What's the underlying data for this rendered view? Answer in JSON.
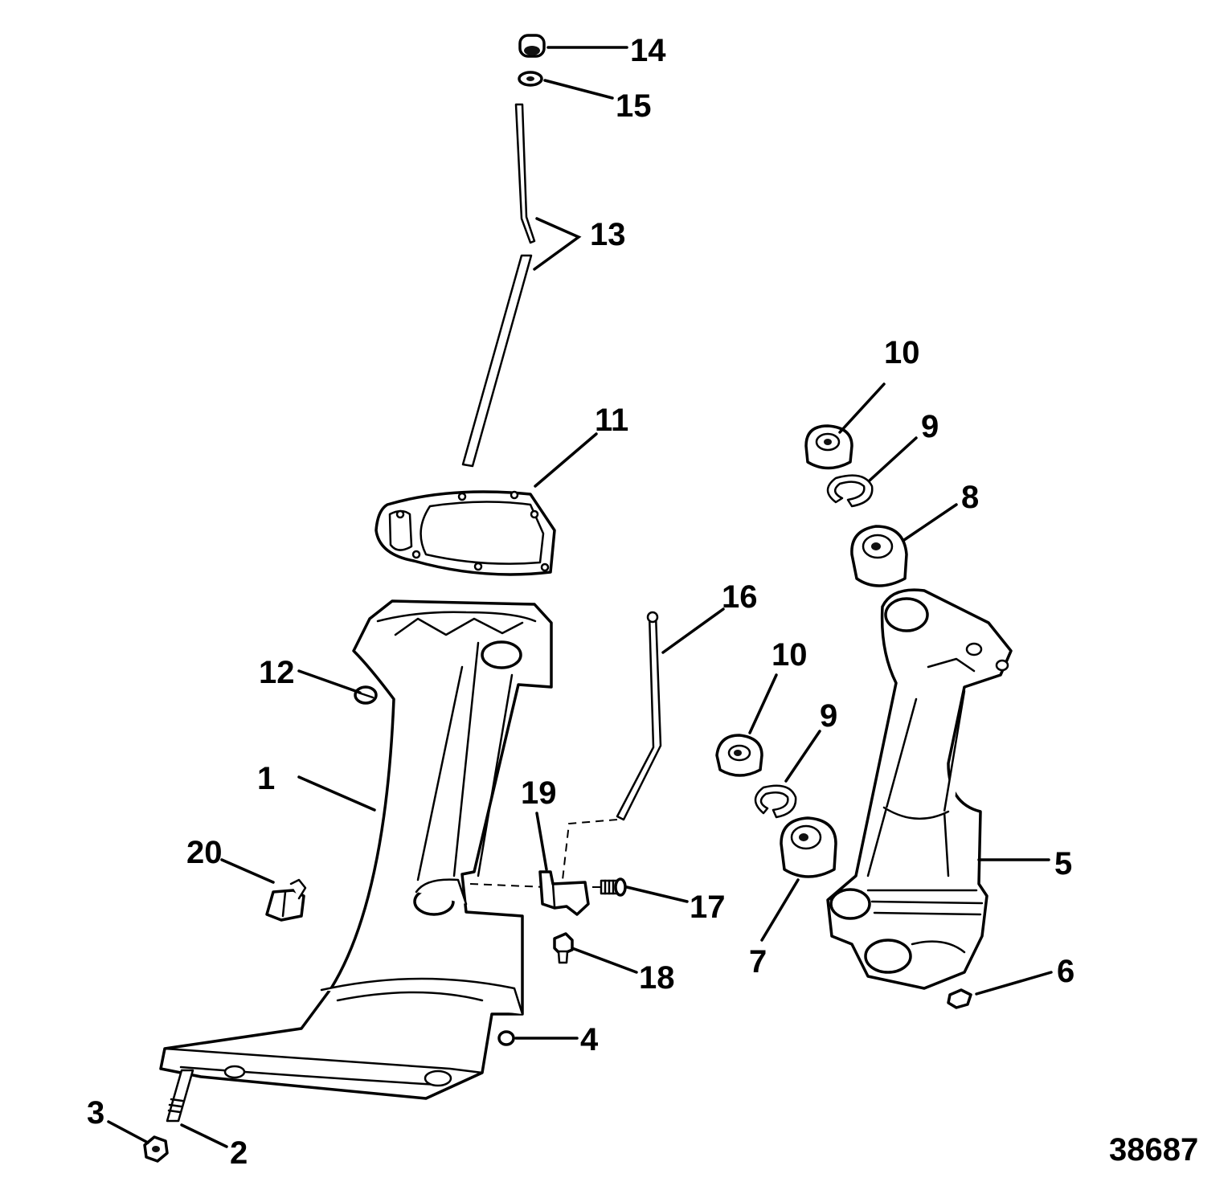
{
  "figure_id": "38687",
  "callouts": {
    "c1": "1",
    "c2": "2",
    "c3": "3",
    "c4": "4",
    "c5": "5",
    "c6": "6",
    "c7": "7",
    "c8": "8",
    "c9a": "9",
    "c9b": "9",
    "c10a": "10",
    "c10b": "10",
    "c11": "11",
    "c12": "12",
    "c13": "13",
    "c14": "14",
    "c15": "15",
    "c16": "16",
    "c17": "17",
    "c18": "18",
    "c19": "19",
    "c20": "20"
  }
}
